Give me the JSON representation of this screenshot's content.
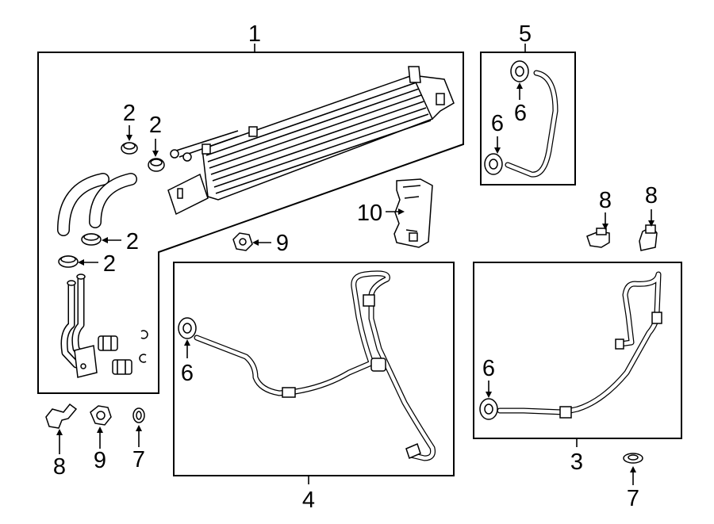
{
  "callouts": {
    "c1": "1",
    "c2a": "2",
    "c2b": "2",
    "c2c": "2",
    "c2d": "2",
    "c3": "3",
    "c4": "4",
    "c5": "5",
    "c6a": "6",
    "c6b": "6",
    "c6c": "6",
    "c6d": "6",
    "c7a": "7",
    "c7b": "7",
    "c8a": "8",
    "c8b": "8",
    "c8c": "8",
    "c9a": "9",
    "c9b": "9",
    "c10": "10"
  },
  "colors": {
    "line": "#000000",
    "background": "#ffffff"
  }
}
